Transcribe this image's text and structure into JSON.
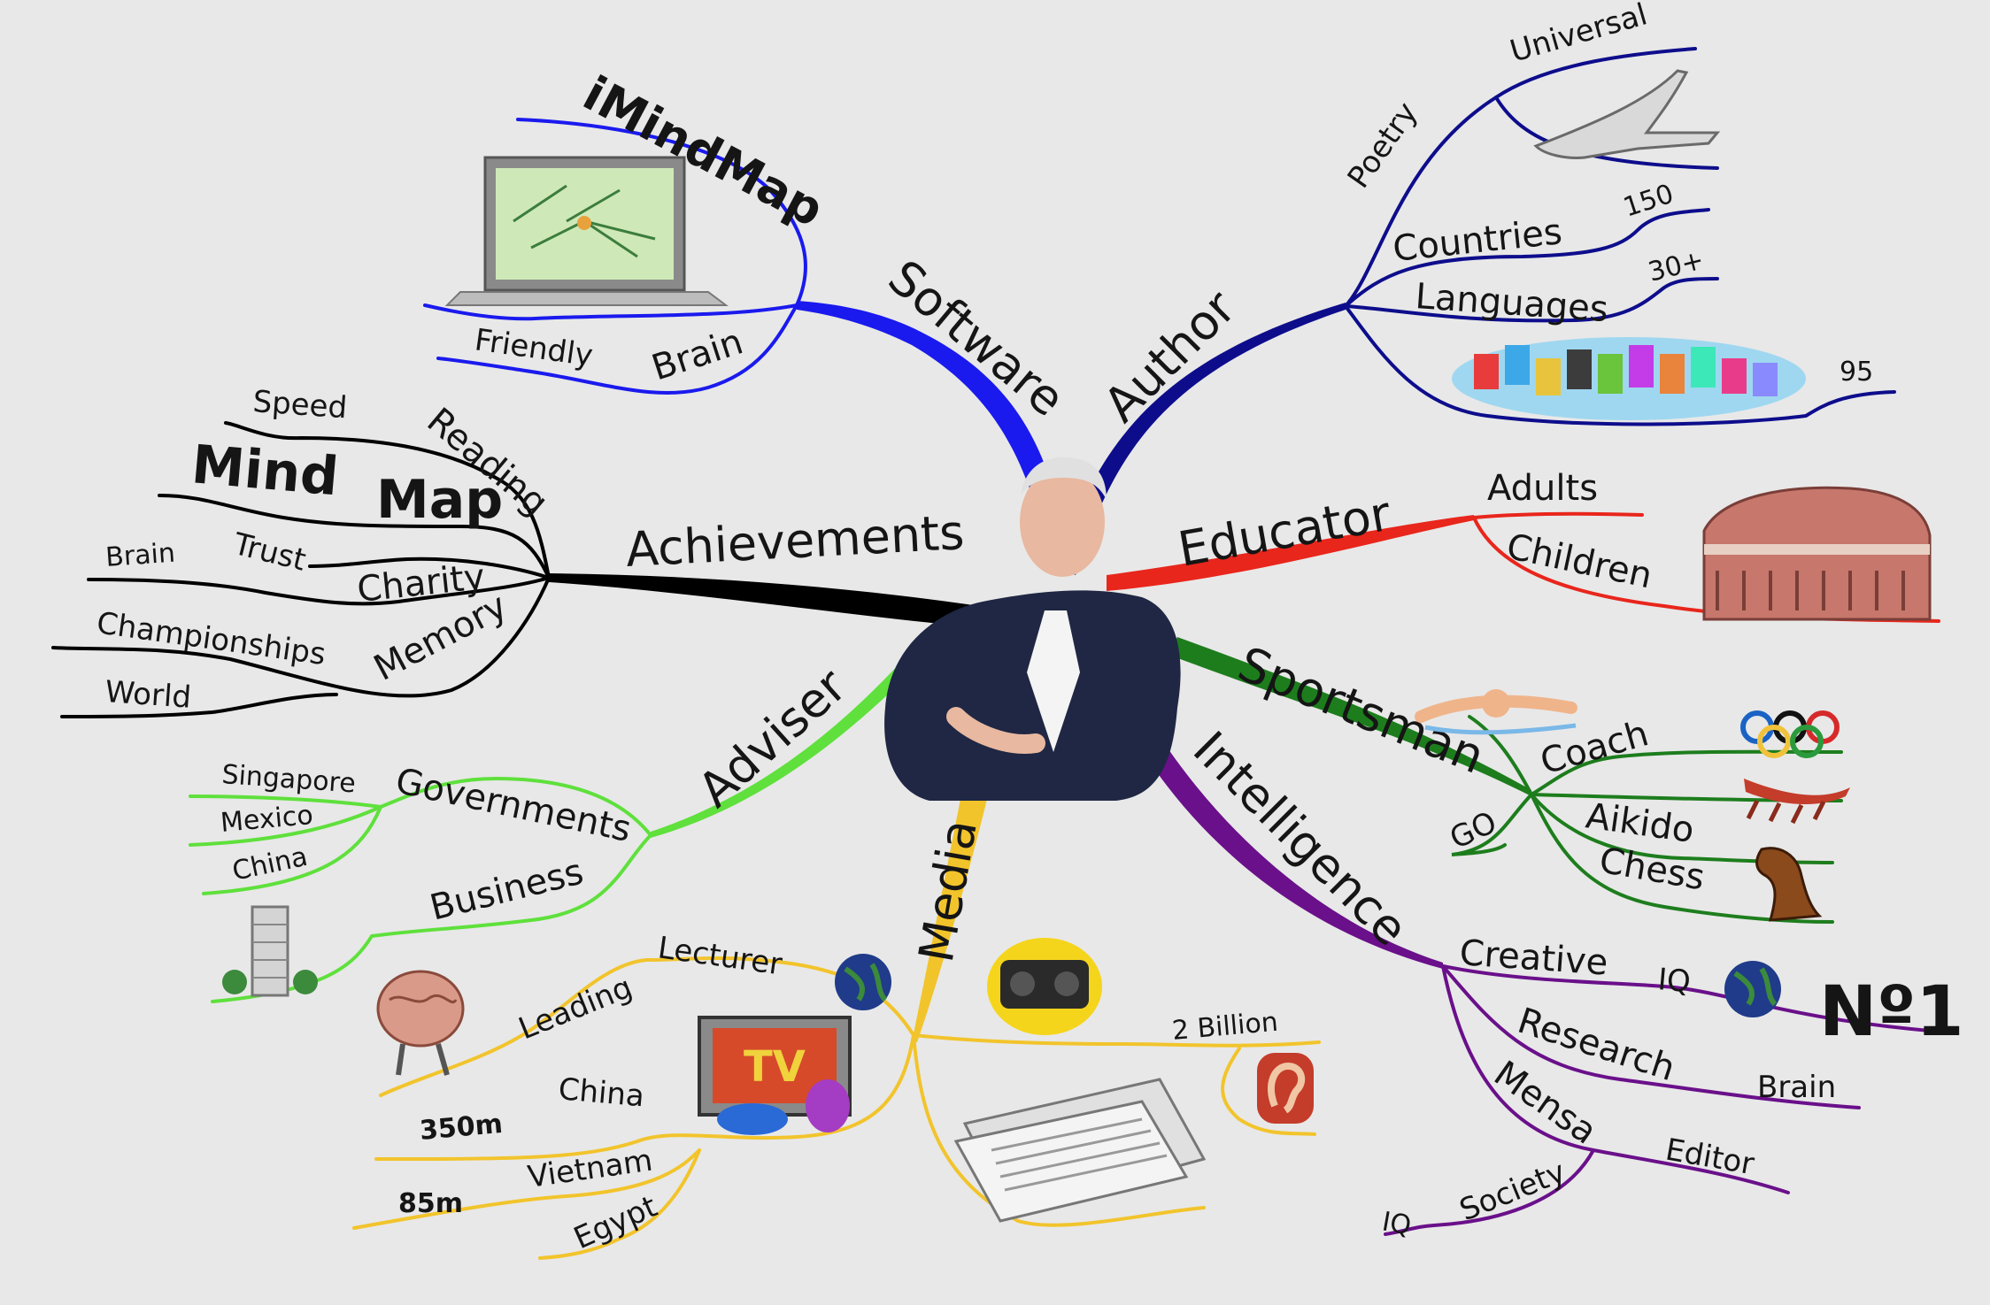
{
  "mindmap": {
    "branches": {
      "software": {
        "label": "Software",
        "color": "#1a1aee",
        "children": {
          "app": "iMindMap",
          "brain": "Brain",
          "friendly": "Friendly"
        }
      },
      "author": {
        "label": "Author",
        "color": "#0d0d8c",
        "children": {
          "poetry": "Poetry",
          "universal": "Universal",
          "countries": "Countries",
          "countries_count": "150",
          "languages": "Languages",
          "languages_count": "30+",
          "books_count": "95"
        }
      },
      "educator": {
        "label": "Educator",
        "color": "#e8261c",
        "children": {
          "adults": "Adults",
          "children": "Children"
        }
      },
      "sportsman": {
        "label": "Sportsman",
        "color": "#1d7d1d",
        "children": {
          "coach": "Coach",
          "go": "GO",
          "aikido": "Aikido",
          "chess": "Chess"
        }
      },
      "intelligence": {
        "label": "Intelligence",
        "color": "#6a108a",
        "children": {
          "creative": "Creative",
          "iq": "IQ",
          "no1": "Nº1",
          "research": "Research",
          "brain": "Brain",
          "mensa": "Mensa",
          "editor": "Editor",
          "society": "Society",
          "iq2": "IQ"
        }
      },
      "media": {
        "label": "Media",
        "color": "#f2c42c",
        "children": {
          "lecturer": "Lecturer",
          "leading": "Leading",
          "two_billion": "2 Billion",
          "china": "China",
          "china_count": "350m",
          "vietnam": "Vietnam",
          "vietnam_count": "85m",
          "egypt": "Egypt"
        }
      },
      "adviser": {
        "label": "Adviser",
        "color": "#5fe03c",
        "children": {
          "governments": "Governments",
          "singapore": "Singapore",
          "mexico": "Mexico",
          "china": "China",
          "business": "Business"
        }
      },
      "achievements": {
        "label": "Achievements",
        "color": "#000000",
        "children": {
          "reading": "Reading",
          "speed": "Speed",
          "map": "Map",
          "mind": "Mind",
          "charity": "Charity",
          "trust": "Trust",
          "brain": "Brain",
          "memory": "Memory",
          "championships": "Championships",
          "world": "World"
        }
      }
    },
    "icons": [
      "laptop-screenshot-icon",
      "concorde-plane-icon",
      "book-covers-icon",
      "royal-albert-hall-icon",
      "swimmer-icon",
      "olympic-rings-icon",
      "rowing-boat-icon",
      "chess-knight-icon",
      "globe-icon",
      "brain-character-icon",
      "tv-icon",
      "radio-icon",
      "ear-icon",
      "newspapers-icon",
      "skyscraper-icon",
      "portrait-photo"
    ],
    "laptop_screen_color": "#cfe8b8"
  }
}
